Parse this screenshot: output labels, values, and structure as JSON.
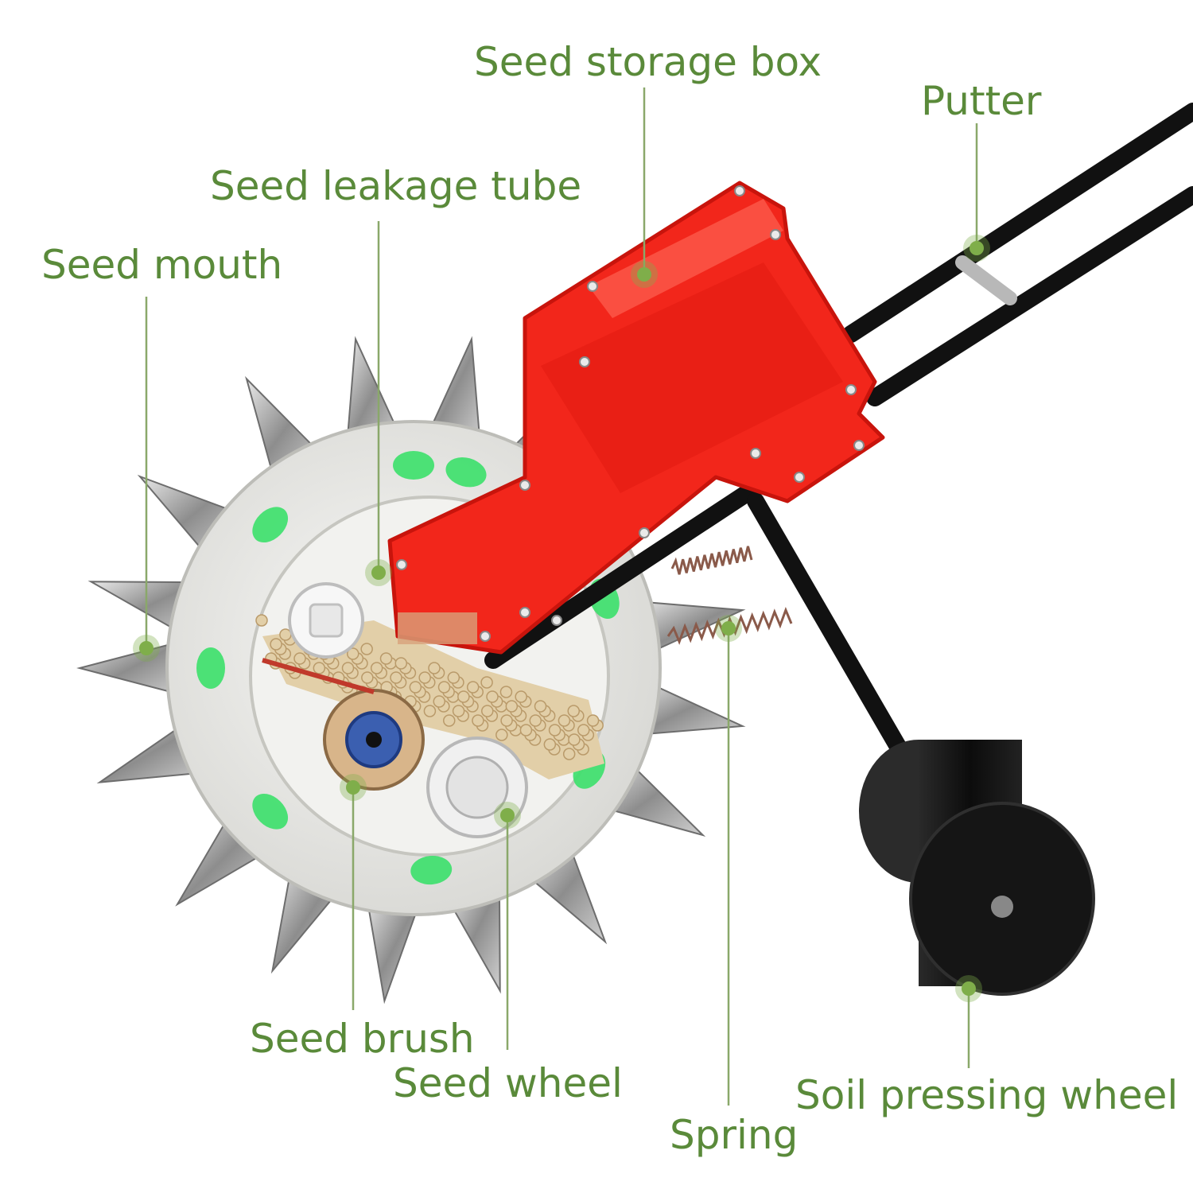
{
  "colors": {
    "label_text": "#5a8a3a",
    "leader_line": "#8aa86a",
    "leader_dot": "#7fae4a",
    "hopper_red": "#f2261b",
    "hopper_red_dark": "#c8140c",
    "frame_black": "#111111",
    "drum_white": "#ececea",
    "spike_steel": "#9a9a9a",
    "seed_beige": "#e2cfa8",
    "bright_green": "#3be06a"
  },
  "labels": {
    "seed_storage_box": "Seed storage box",
    "putter": "Putter",
    "seed_leakage_tube": "Seed leakage tube",
    "seed_mouth": "Seed mouth",
    "seed_brush": "Seed brush",
    "seed_wheel": "Seed wheel",
    "spring": "Spring",
    "soil_pressing_wheel": "Soil pressing wheel"
  }
}
